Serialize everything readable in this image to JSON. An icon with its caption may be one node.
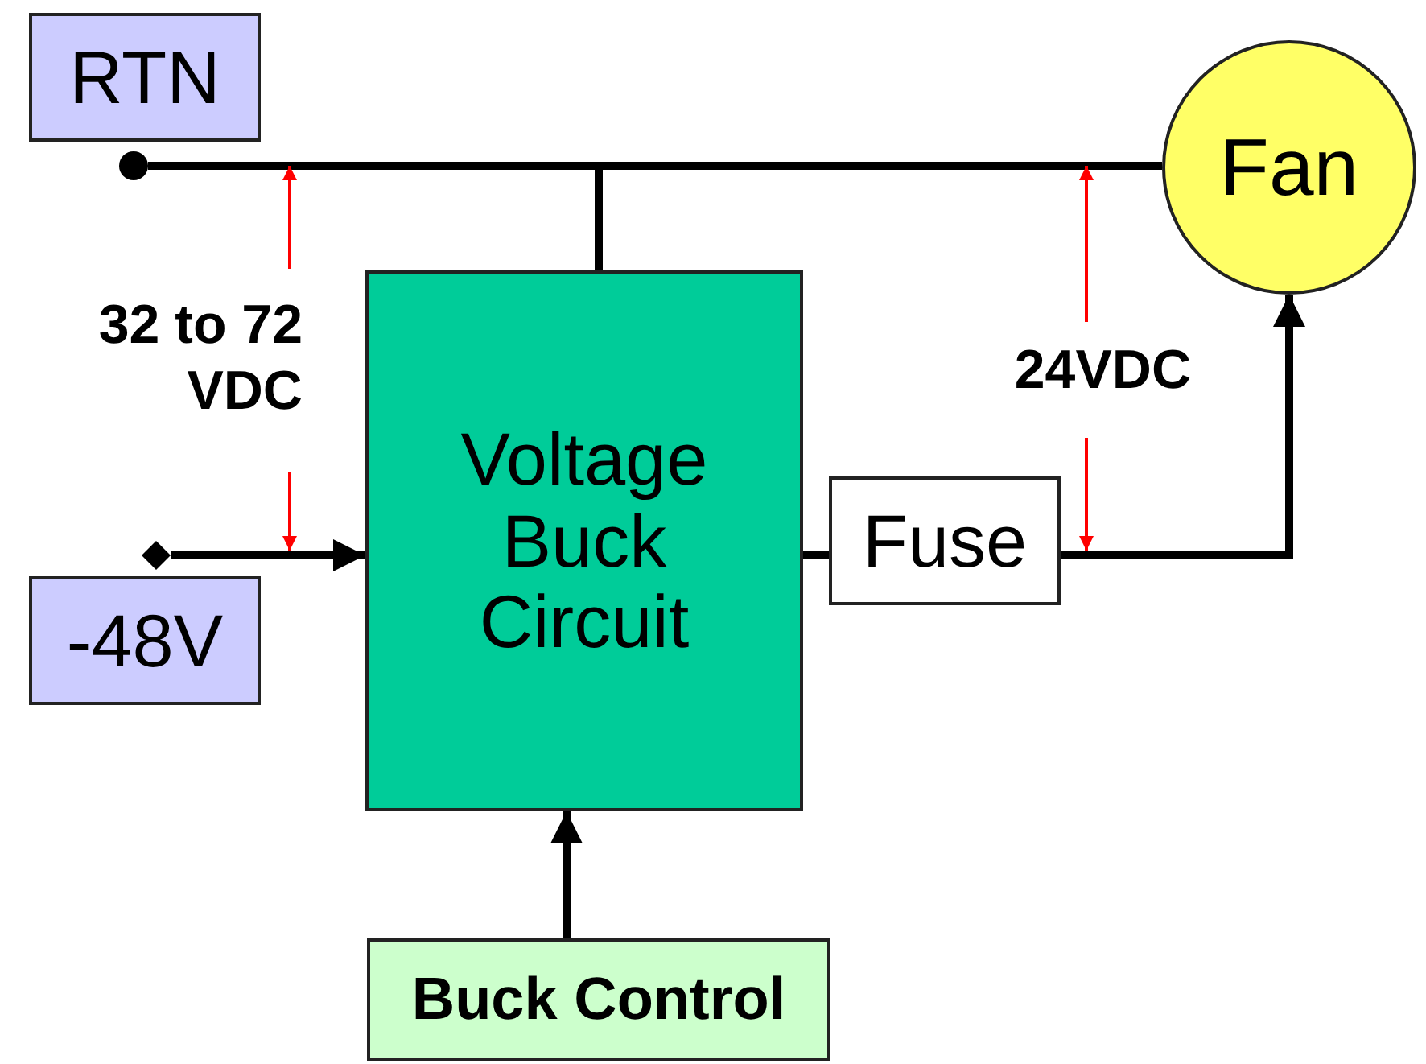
{
  "diagram": {
    "nodes": [
      {
        "text": [
          "RTN"
        ]
      },
      {
        "text": [],
        "shape": "circle"
      },
      {
        "text": [
          "Fan"
        ]
      },
      {
        "text": [
          "Voltage Buck Circuit"
        ]
      },
      {
        "text": [
          "Fuse"
        ]
      },
      {
        "text": [],
        "shape": "diamond"
      },
      {
        "text": [
          "-48V"
        ]
      },
      {
        "text": [
          "Buck Control"
        ]
      }
    ],
    "edges": [
      {
        "from": 1,
        "to": 2,
        "arrow": "none"
      },
      {
        "from": 3,
        "to": 2,
        "arrow": "none"
      },
      {
        "from": 5,
        "to": 3,
        "arrow": "to"
      },
      {
        "from": 3,
        "to": 4,
        "arrow": "none"
      },
      {
        "from": 4,
        "to": 2,
        "arrow": "to"
      },
      {
        "from": 7,
        "to": 3,
        "arrow": "to"
      }
    ],
    "labels": [
      "32 to 72 VDC",
      "24VDC"
    ]
  }
}
